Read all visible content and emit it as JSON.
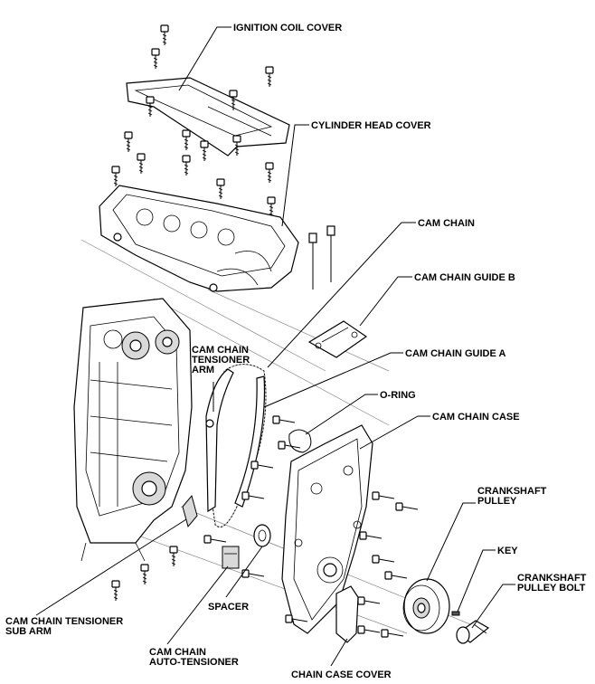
{
  "labels": {
    "ignition_coil_cover": "IGNITION COIL COVER",
    "cylinder_head_cover": "CYLINDER HEAD COVER",
    "cam_chain": "CAM CHAIN",
    "cam_chain_guide_b": "CAM CHAIN GUIDE B",
    "cam_chain_tensioner_arm": [
      "CAM CHAIN",
      "TENSIONER",
      "ARM"
    ],
    "cam_chain_guide_a": "CAM CHAIN GUIDE A",
    "o_ring": "O-RING",
    "cam_chain_case": "CAM CHAIN CASE",
    "crankshaft_pulley": [
      "CRANKSHAFT",
      "PULLEY"
    ],
    "key": "KEY",
    "crankshaft_pulley_bolt": [
      "CRANKSHAFT",
      "PULLEY BOLT"
    ],
    "spacer": "SPACER",
    "cam_chain_tensioner_sub_arm": [
      "CAM CHAIN TENSIONER",
      "SUB ARM"
    ],
    "cam_chain_auto_tensioner": [
      "CAM CHAIN",
      "AUTO-TENSIONER"
    ],
    "chain_case_cover": "CHAIN CASE COVER"
  }
}
